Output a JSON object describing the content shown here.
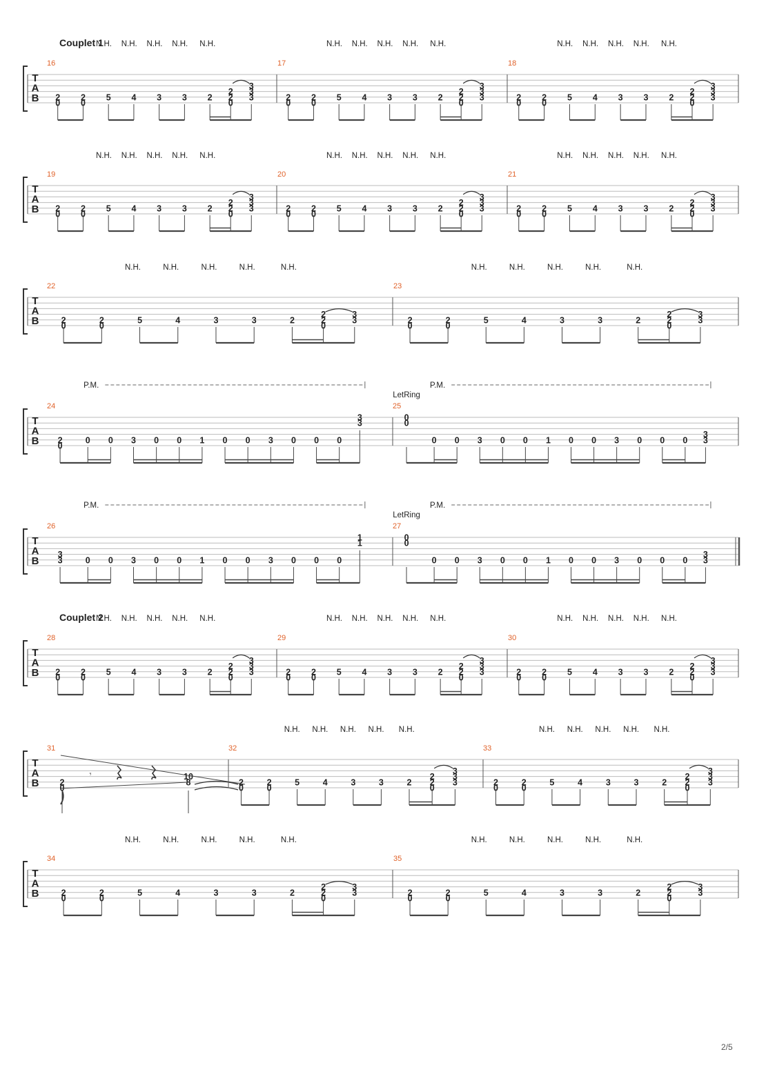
{
  "page_number": "2/5",
  "labels": {
    "nh": "N.H.",
    "pm": "P.M.",
    "let_ring": "LetRing",
    "tab": [
      "T",
      "A",
      "B"
    ]
  },
  "sections": {
    "couplet1": "Couplet 1",
    "couplet2": "Couplet 2"
  },
  "measure_patterns": {
    "A": {
      "notes": [
        [
          2,
          0
        ],
        [
          2,
          0
        ],
        [
          5
        ],
        [
          4
        ],
        [
          3
        ],
        [
          3
        ],
        [
          2
        ],
        [
          2,
          2,
          0
        ],
        [
          3,
          3,
          3
        ]
      ],
      "beams": [
        [
          0,
          1,
          "8"
        ],
        [
          2,
          3,
          "8"
        ],
        [
          4,
          5,
          "8"
        ],
        [
          6,
          7,
          "16"
        ],
        [
          7,
          8,
          "8"
        ]
      ]
    },
    "B": {
      "notes": [
        [
          2,
          0
        ],
        [
          2,
          0
        ],
        [
          5
        ],
        [
          4
        ],
        [
          3
        ],
        [
          3
        ],
        [
          2
        ],
        [
          2,
          2,
          0
        ],
        [
          3,
          3
        ]
      ],
      "beams": [
        [
          0,
          1,
          "8"
        ],
        [
          2,
          3,
          "8"
        ],
        [
          4,
          5,
          "8"
        ],
        [
          6,
          7,
          "16"
        ],
        [
          7,
          8,
          "8"
        ]
      ]
    },
    "PM": {
      "notes": [
        [
          0
        ],
        [
          0
        ],
        [
          3
        ],
        [
          0
        ],
        [
          0
        ],
        [
          1
        ],
        [
          0
        ],
        [
          0
        ],
        [
          3
        ],
        [
          0
        ],
        [
          0
        ],
        [
          0
        ]
      ],
      "beams": [
        [
          0,
          1,
          "16"
        ],
        [
          2,
          5,
          "16"
        ],
        [
          6,
          9,
          "16"
        ],
        [
          10,
          11,
          "16"
        ]
      ]
    }
  },
  "measures": [
    16,
    17,
    18,
    19,
    20,
    21,
    22,
    23,
    24,
    25,
    26,
    27,
    28,
    29,
    30,
    31,
    32,
    33,
    34,
    35
  ],
  "measure_31": {
    "notes": [
      [
        2,
        0
      ],
      [
        10,
        8
      ]
    ],
    "rests": [
      "eighth-rest",
      "quarter-rest",
      "quarter-rest"
    ],
    "next_notes": [
      [
        2,
        2,
        0
      ]
    ]
  },
  "measure_24": {
    "first_chord": [
      2,
      0
    ],
    "last_chord": [
      3,
      3
    ]
  },
  "measure_25": {
    "first_chord": [
      0,
      0
    ],
    "last_chord": [
      3,
      3
    ]
  },
  "measure_26": {
    "first_chord": [
      3,
      3
    ],
    "last_chord": [
      1,
      1
    ]
  },
  "measure_27": {
    "first_chord": [
      0,
      0
    ],
    "last_chord": [
      3,
      3
    ]
  }
}
